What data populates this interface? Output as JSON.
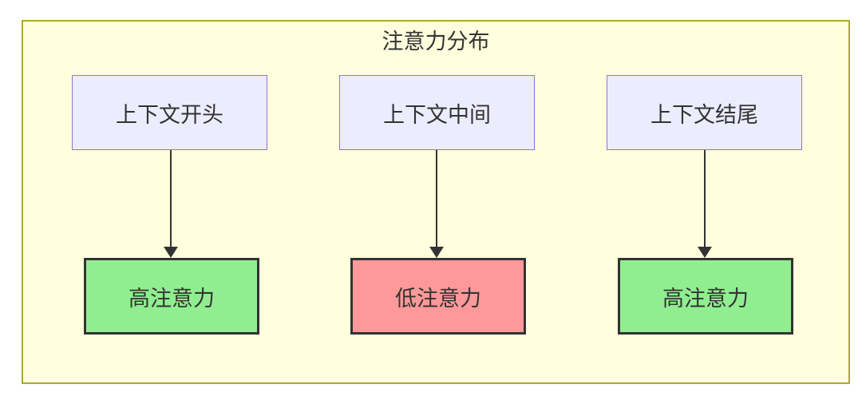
{
  "diagram": {
    "title": "注意力分布",
    "columns": [
      {
        "source": {
          "label": "上下文开头"
        },
        "target": {
          "label": "高注意力",
          "level": "high"
        }
      },
      {
        "source": {
          "label": "上下文中间"
        },
        "target": {
          "label": "低注意力",
          "level": "low"
        }
      },
      {
        "source": {
          "label": "上下文结尾"
        },
        "target": {
          "label": "高注意力",
          "level": "high"
        }
      }
    ],
    "colors": {
      "page_background": "#FFFFFF",
      "panel_background": "#FFFFDE",
      "panel_border": "#AAAA33",
      "source_node_background": "#ECECFF",
      "source_node_border": "#9370DB",
      "high_attention_background": "#90EE90",
      "low_attention_background": "#FF9999",
      "target_node_border": "#333333",
      "arrow": "#333333",
      "text": "#333333"
    }
  }
}
